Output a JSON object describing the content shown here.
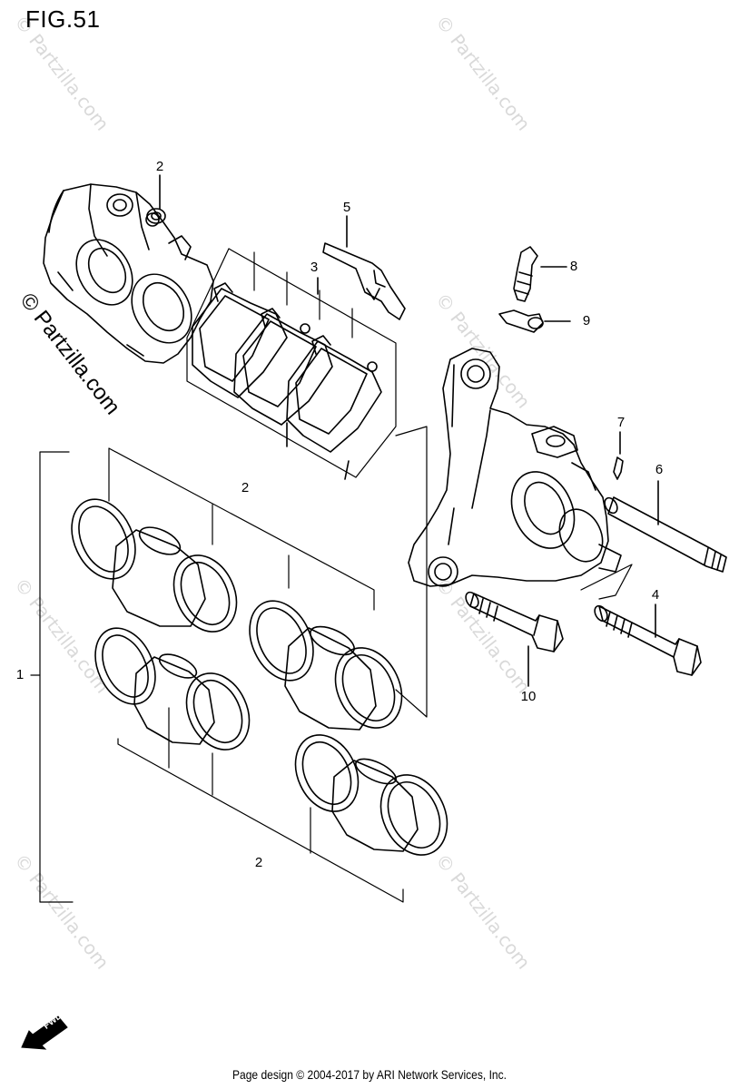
{
  "figure": {
    "title": "FIG.51"
  },
  "callouts": [
    {
      "id": "c-2-top",
      "label": "2"
    },
    {
      "id": "c-5",
      "label": "5"
    },
    {
      "id": "c-3",
      "label": "3"
    },
    {
      "id": "c-8",
      "label": "8"
    },
    {
      "id": "c-9",
      "label": "9"
    },
    {
      "id": "c-7",
      "label": "7"
    },
    {
      "id": "c-6",
      "label": "6"
    },
    {
      "id": "c-2-mid",
      "label": "2"
    },
    {
      "id": "c-4",
      "label": "4"
    },
    {
      "id": "c-1",
      "label": "1"
    },
    {
      "id": "c-10",
      "label": "10"
    },
    {
      "id": "c-2-bot",
      "label": "2"
    }
  ],
  "watermark": {
    "text": "© Partzilla.com",
    "faint_text": "© Partzilla.com"
  },
  "fwd_label": "FWD",
  "footer": {
    "text": "Page design © 2004-2017 by ARI Network Services, Inc."
  },
  "colors": {
    "line": "#000000",
    "watermark": "#d9d9d9",
    "background": "#ffffff"
  }
}
